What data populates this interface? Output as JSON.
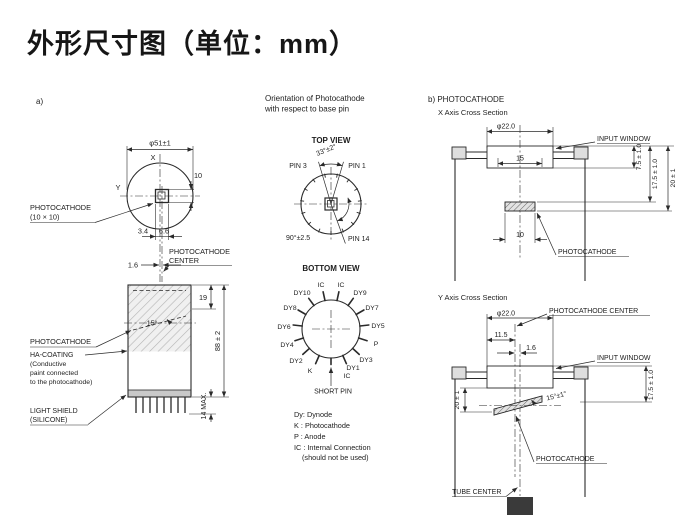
{
  "title": "外形尺寸图（单位：mm）",
  "a": {
    "label": "a)",
    "front": {
      "dia": "φ51±1",
      "x": "X",
      "y": "Y",
      "d10": "10",
      "pc1": "PHOTOCATHODE",
      "pc2": "(10 × 10)",
      "d34": "3.4",
      "d66": "6.6",
      "pcc1": "PHOTOCATHODE",
      "pcc2": "CENTER",
      "d16": "1.6"
    },
    "side": {
      "d19": "19",
      "d88": "88 ± 2",
      "a15": "15°",
      "pc": "PHOTOCATHODE",
      "ha1": "HA-COATING",
      "ha2": "(Conductive",
      "ha3": "paint connected",
      "ha4": "to the photocathode)",
      "ls1": "LIGHT SHIELD",
      "ls2": "(SILICONE)",
      "d14": "14 MAX."
    }
  },
  "orient": {
    "h1": "Orientation of Photocathode",
    "h2": "with respect to base pin",
    "top": {
      "t": "TOP VIEW",
      "a33": "33°±2°",
      "p3": "PIN 3",
      "p1": "PIN 1",
      "a90": "90°±2.5",
      "p14": "PIN 14"
    },
    "bottom": {
      "t": "BOTTOM VIEW",
      "pins": [
        "IC",
        "IC",
        "DY9",
        "DY7",
        "DY5",
        "P",
        "DY3",
        "DY1",
        "IC",
        "K",
        "DY2",
        "DY4",
        "DY6",
        "DY8",
        "DY10"
      ],
      "short": "SHORT PIN"
    },
    "legend": {
      "dy": "Dy: Dynode",
      "k": "K : Photocathode",
      "p": "P : Anode",
      "ic1": "IC : Internal Connection",
      "ic2": "(should not be used)"
    }
  },
  "b": {
    "label": "b) PHOTOCATHODE",
    "xs": {
      "t": "X Axis Cross Section",
      "dia": "φ22.0",
      "d15": "15",
      "iw": "INPUT WINDOW",
      "d75": "7.5 ± 1.0",
      "d175": "17.5 ± 1.0",
      "d20": "20 ± 1",
      "d10": "10",
      "pc": "PHOTOCATHODE"
    },
    "ys": {
      "t": "Y Axis Cross Section",
      "dia": "φ22.0",
      "pcc": "PHOTOCATHODE CENTER",
      "d115": "11.5",
      "d16": "1.6",
      "iw": "INPUT WINDOW",
      "d20": "20 ± 1",
      "a15": "15°±1°",
      "d175": "17.5 ± 1.0",
      "tc": "TUBE CENTER",
      "pc": "PHOTOCATHODE"
    }
  }
}
